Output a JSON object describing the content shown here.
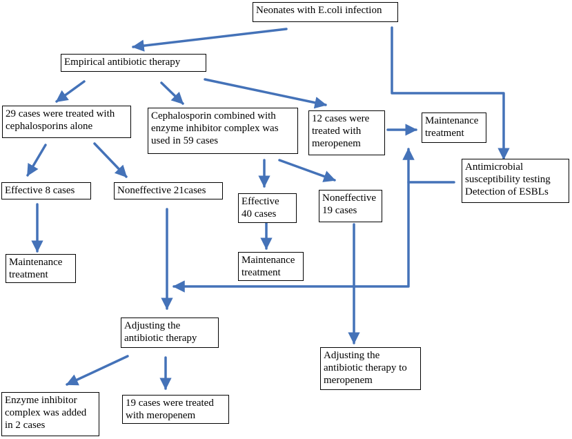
{
  "colors": {
    "arrow": "#4472b8",
    "border": "#000000"
  },
  "nodes": {
    "root": "Neonates with E.coli infection",
    "empirical": "Empirical antibiotic therapy",
    "ceph_alone": "29 cases were treated with\ncephalosporins alone",
    "ceph_combined": "Cephalosporin combined with\nenzyme inhibitor complex was\nused in 59 cases",
    "meropenem12": "12 cases were\ntreated with\nmeropenem",
    "maint_top": "Maintenance\ntreatment",
    "ast": "Antimicrobial\nsusceptibility testing\nDetection of ESBLs",
    "eff8": "Effective 8 cases",
    "noneff21": "Noneffective 21cases",
    "eff40": "Effective\n40 cases",
    "noneff19": "Noneffective\n19 cases",
    "maint_left": "Maintenance\ntreatment",
    "maint_mid": "Maintenance\ntreatment",
    "adjust": "Adjusting the\nantibiotic therapy",
    "adjust_mero": "Adjusting the\nantibiotic therapy to\nmeropenem",
    "enzyme2": "Enzyme inhibitor\ncomplex was added\nin 2 cases",
    "mero19": "19 cases were treated\nwith meropenem"
  }
}
